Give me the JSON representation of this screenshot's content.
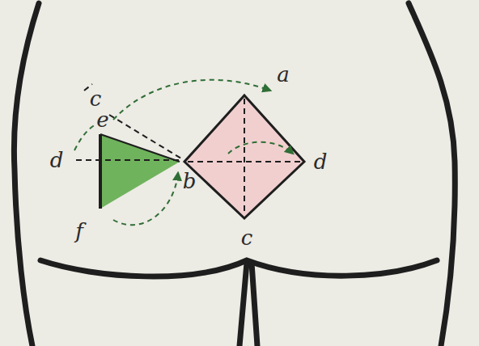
{
  "diagram": {
    "labels": [
      "c",
      "a",
      "e",
      "d",
      "b",
      "d",
      "f",
      "c"
    ]
  }
}
